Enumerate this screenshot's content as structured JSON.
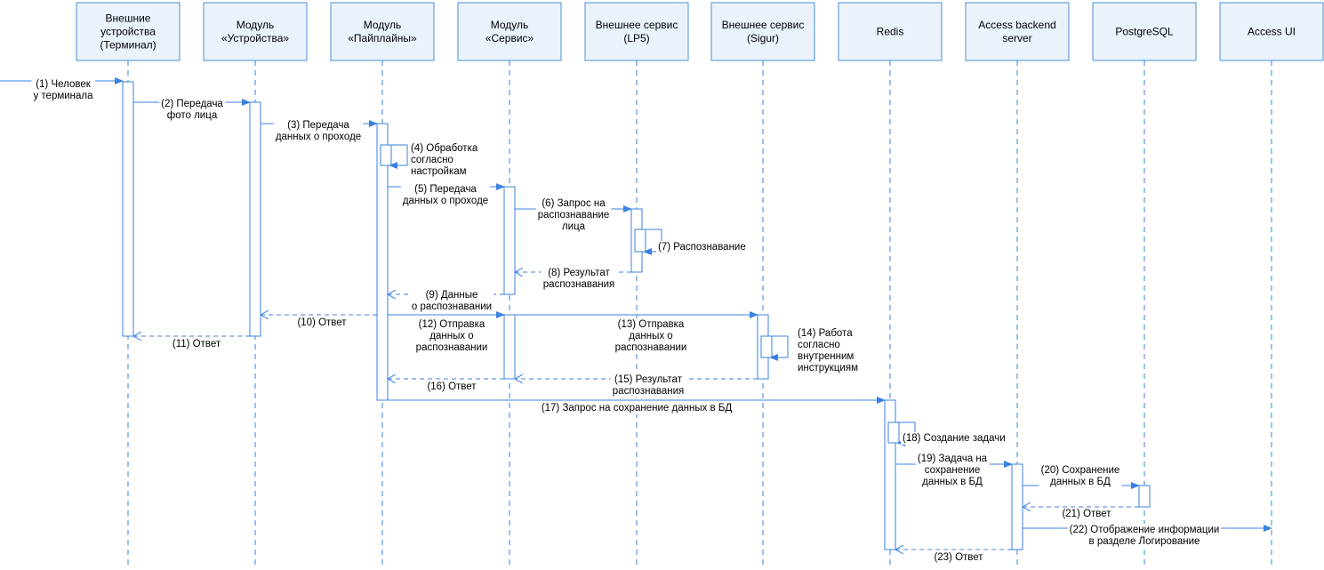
{
  "participants": [
    {
      "id": "terminal",
      "lines": [
        "Внешние",
        "устройства",
        "(Терминал)"
      ]
    },
    {
      "id": "devices",
      "lines": [
        "Модуль",
        "«Устройства»"
      ]
    },
    {
      "id": "pipelines",
      "lines": [
        "Модуль",
        "«Пайплайны»"
      ]
    },
    {
      "id": "service",
      "lines": [
        "Модуль",
        "«Сервис»"
      ]
    },
    {
      "id": "lp5",
      "lines": [
        "Внешнее сервис",
        "(LP5)"
      ]
    },
    {
      "id": "sigur",
      "lines": [
        "Внешнее сервис",
        "(Sigur)"
      ]
    },
    {
      "id": "redis",
      "lines": [
        "Redis"
      ]
    },
    {
      "id": "backend",
      "lines": [
        "Access backend",
        "server"
      ]
    },
    {
      "id": "postgres",
      "lines": [
        "PostgreSQL"
      ]
    },
    {
      "id": "ui",
      "lines": [
        "Access UI"
      ]
    }
  ],
  "messages": [
    {
      "n": 1,
      "from": "external",
      "to": "terminal",
      "kind": "call",
      "lines": [
        "(1) Человек",
        "у терминала"
      ]
    },
    {
      "n": 2,
      "from": "terminal",
      "to": "devices",
      "kind": "call",
      "lines": [
        "(2) Передача",
        "фото лица"
      ]
    },
    {
      "n": 3,
      "from": "devices",
      "to": "pipelines",
      "kind": "call",
      "lines": [
        "(3) Передача",
        "данных о проходе"
      ]
    },
    {
      "n": 4,
      "from": "pipelines",
      "to": "pipelines",
      "kind": "self",
      "lines": [
        "(4) Обработка",
        "согласно",
        "настройкам"
      ]
    },
    {
      "n": 5,
      "from": "pipelines",
      "to": "service",
      "kind": "call",
      "lines": [
        "(5) Передача",
        "данных о проходе"
      ]
    },
    {
      "n": 6,
      "from": "service",
      "to": "lp5",
      "kind": "call",
      "lines": [
        "(6) Запрос на",
        "распознавание",
        "лица"
      ]
    },
    {
      "n": 7,
      "from": "lp5",
      "to": "lp5",
      "kind": "self",
      "lines": [
        "(7) Распознавание"
      ]
    },
    {
      "n": 8,
      "from": "lp5",
      "to": "service",
      "kind": "return",
      "lines": [
        "(8) Результат",
        "распознавания"
      ]
    },
    {
      "n": 9,
      "from": "service",
      "to": "pipelines",
      "kind": "return",
      "lines": [
        "(9) Данные",
        "о распознавании"
      ]
    },
    {
      "n": 10,
      "from": "pipelines",
      "to": "devices",
      "kind": "return",
      "lines": [
        "(10) Ответ"
      ]
    },
    {
      "n": 11,
      "from": "devices",
      "to": "terminal",
      "kind": "return",
      "lines": [
        "(11) Ответ"
      ]
    },
    {
      "n": 12,
      "from": "pipelines",
      "to": "service",
      "kind": "call",
      "lines": [
        "(12) Отправка",
        "данных о",
        "распознавании"
      ]
    },
    {
      "n": 13,
      "from": "service",
      "to": "sigur",
      "kind": "call",
      "lines": [
        "(13) Отправка",
        "данных о",
        "распознавании"
      ]
    },
    {
      "n": 14,
      "from": "sigur",
      "to": "sigur",
      "kind": "self",
      "lines": [
        "(14) Работа",
        "согласно",
        "внутренним",
        "инструкциям"
      ]
    },
    {
      "n": 15,
      "from": "sigur",
      "to": "service",
      "kind": "return",
      "lines": [
        "(15) Результат",
        "распознавания"
      ]
    },
    {
      "n": 16,
      "from": "service",
      "to": "pipelines",
      "kind": "return",
      "lines": [
        "(16) Ответ"
      ]
    },
    {
      "n": 17,
      "from": "pipelines",
      "to": "redis",
      "kind": "call",
      "lines": [
        "(17) Запрос на сохранение данных в БД"
      ]
    },
    {
      "n": 18,
      "from": "redis",
      "to": "redis",
      "kind": "self",
      "lines": [
        "(18) Создание задачи"
      ]
    },
    {
      "n": 19,
      "from": "redis",
      "to": "backend",
      "kind": "call",
      "lines": [
        "(19) Задача на",
        "сохранение",
        "данных в БД"
      ]
    },
    {
      "n": 20,
      "from": "backend",
      "to": "postgres",
      "kind": "call",
      "lines": [
        "(20) Сохранение",
        "данных в БД"
      ]
    },
    {
      "n": 21,
      "from": "postgres",
      "to": "backend",
      "kind": "return",
      "lines": [
        "(21) Ответ"
      ]
    },
    {
      "n": 22,
      "from": "backend",
      "to": "ui",
      "kind": "call",
      "lines": [
        "(22) Отображение информации",
        "в разделе Логирование"
      ]
    },
    {
      "n": 23,
      "from": "backend",
      "to": "redis",
      "kind": "return",
      "lines": [
        "(23) Ответ"
      ]
    }
  ],
  "colors": {
    "line": "#3b82e0",
    "box_fill": "#eaf2fb",
    "box_stroke": "#4a8fd8"
  }
}
